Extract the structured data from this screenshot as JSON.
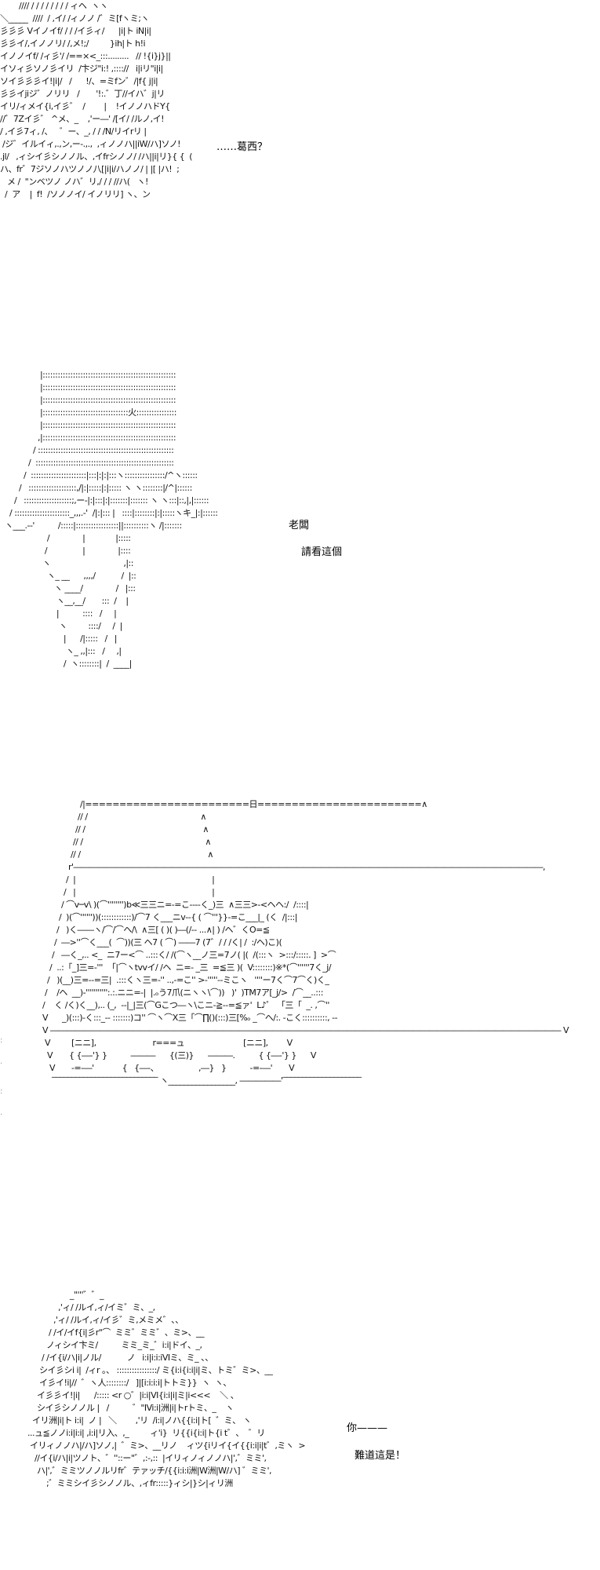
{
  "panels": [
    {
      "id": "panel-1",
      "art": [
        "        //// / / / / / / / / ィヘ  ヽヽ",
        "＼_____  ////  / ,イ/ /ィノノ /゛ミ[fヽミ;ヽ",
        "彡彡彡 Vイノイf/ / / /イ彡ィ/      |i|ト iN|i|",
        "彡彡イ/,イノノリ/ /,メ!;/         }ih|ト h!i",
        "イノノイf/ /ィ彡'/ /==×<_:::.........   // !{i}j}||",
        "イソィ彡ソノ彡イリ  /卞ジ\"i:! ,:::://   i|iリ\"i|i|",
        "ソイ彡彡彡イ!|i|/   /      !/、=ミfン゛/|f{ j|i|",
        "彡彡イjiジ゛ノリリ   /       '!:.゛丁//イハ゛j|リ",
        "イリ/ィメイ{i,イ彡゛  /        |    !イノノハドY{",
        "//゛7Zイ彡゛ ^メ、_    ,'ー―' /[イ/ /ルノ,イ!",
        "/ ,イ彡7ィ, /、   ゛ー、_, / / /N/リイrリ |",
        " /ジ゛イルイィ,.,ン,ー-.,.,  ,ィノノハ||iW/ハ]ソノ!",
        ".jl/   ,ィシイ彡シノノル、,イfrシノノ/ /ハ||i|リ}{ {  (",
        "ハ、fr゛7ジソノハツノノ八[|i|i/ハノノ/ | |[ |ハ!  ;",
        "   メ /  \"ンベツノ ノハ゛リ,/ / / //ハ(   ヽ!",
        "  /  ア    |  f!  /ソノノイ/ イノリリ] ヽ、ン"
      ],
      "dialog": [
        {
          "text": "……葛西？"
        }
      ]
    },
    {
      "id": "panel-2",
      "art": [
        "                 |:::::::::::::::::::::::::::::::::::::::::::::::::::::",
        "                 |:::::::::::::::::::::::::::::::::::::::::::::::::::::",
        "                 |:::::::::::::::::::::::::::::::::::::::::::::::::::::",
        "                 |::::::::::::::::::::::::::::::::::火::::::::::::::::",
        "                 |:::::::::::::::::::::::::::::::::::::::::::::::::::::",
        "                ,|:::::::::::::::::::::::::::::::::::::::::::::::::::::",
        "              / ::::::::::::::::::::::::::::::::::::::::::::::::::::::",
        "            /  :::::::::::::::::::::::::::::::::::::::::::::::::::::::",
        "          /  ::::::::::::::::::::::|:::|:|:|:::ヽ::::::::::::::::/^ヽ::::::",
        "        /   :::::::::::::::::::,/|:|:::::|:|::::: ヽ ヽ::::::::|/^|::::::",
        "      /   :::::::::::::::::::;,ー-|:|:::|:|:::::::|::::::: ヽ ヽ:::|::,|,|::::::",
        "    / ::::::::::::::::::::::_,,,.-'  /|:|::: |   ::::|::::::::|:|:::::ヽキ_|:|::::::",
        "  ヽ___.-‐'          /:::::|:::::::::::::::::||::::::::::ヽ /|:::::::",
        "                    /              |             |:::::",
        "                   /               |              |::::",
        "                  ヽ                               ,|::",
        "                    ヽ_ __      ,,,,/           /  |::",
        "                       ヽ ____/              /   |:::",
        "                        ヽ__,__/       :::  /    |",
        "                        |          ::::   /     |",
        "                         ヽ         ::::/     /  |",
        "                           |      /|:::::   /   |",
        "                            ヽ_ ,,|:::   /     ,|",
        "                           /  ヽ::::::::|  /  ____|"
      ],
      "dialog": [
        {
          "text": "老闆"
        },
        {
          "text": "請看這個"
        }
      ]
    },
    {
      "id": "panel-3",
      "art": [
        "                /|========================日========================∧",
        "               // /                                                ∧",
        "              // /                                                  ∧",
        "             // /                                                    ∧",
        "            // /                                                      ∧",
        "           r'―――――――――――――――――――――――――――――――――――――――――――――――――――――――――,",
        "          /  |                                                          |",
        "         /   |                                                          |",
        "        / ⌒v─v\\ )(⌒'''''''')b≪三三ニ=‐=こ‐‐‐‐く_)三  ∧三三>‐<ヘヘ:/  /::::|",
        "       /  )(⌒''''''))(::::::::::::)/⌒7 く___ニv‐‐{ ( ⌒'''}}‐=こ___|_ (く  /|:::|",
        "      /   )く――ヽ/⌒/⌒ヘ/\\  ∧三[ ( )( )―(/-- ...∧| ) /ヘ゛くO=≦",
        "     /  ―>''⌒く___(  ⌒))(三 ヘ7 ( ⌒) ――7 (7゛/ / /く| /  :/ヘ)こ)(",
        "    /   ―く_,.. <_  ニ7ー<⌒ ..:::く/ /(⌒ヽ__ノ三=7ノ( |(  /(:::ヽ  >:::/:::::. ]  >⌒",
        "   /  ..:「_]三=‐'''  「|⌒ヽtvvイ/ /ヘ  ニ=‐ _三  =≦三 )(  V::::::::)※*(⌒''''''7く_j/",
        "  /   )(__)三=‐‐=三|  .:::くヽ三=‐'' ..,-=こ'' >‐'''''‐‐ミこヽ   ''''ー7く⌒7⌒く)く_",
        " /    /ヘ  __)‐''''''''''':.:.ニニ=‐|  |.ₒう7爪(ニヽヽ\\⌒))   )'  )TM7ア[_j/>  /⌒__..:::",
        "/    く /く)く__),.. (_,  ‐‐|_|三(⌒Gこつ―ヽ\\こニ‐≧‐‐=≦ァ'  L♪゜ 「三「  _. ,⌒''",
        "V      _)(:::)‐く:::_‐‐ :::::::)コ'' ⌒ヽ⌒X三「⌒∏()(:::)三[%ₒ _⌒ヘ/:. ‐こく::::::::::, ‐‐",
        "V ―――――――――――――――――――――――――――――――――――――――――――――――――――――――――――――― V",
        " V         [ニニ],                        r===ュ                         [ニニ],        V",
        "  V       { {―‐'} }          ―――      {(三)}      ―――.          { {―‐'} }      V",
        "   V       ‐=‐―'            {   {―-、                 ,―}   }          ‐=‐―'       V",
        "    ‾‾‾‾‾‾‾‾‾‾‾‾‾‾‾‾‾‾‾‾‾‾‾‾‾‾‾ ヽ_________________, ―――――'‾‾‾‾‾‾‾‾‾‾‾‾‾‾‾‾‾‾‾‾"
      ],
      "dialog": []
    },
    {
      "id": "panel-4",
      "art": [
        "                       _\"'''゛゛_",
        "                  ,'ィ/ /ルイ,ィ/イミ゛ミ、_,",
        "                ,'ィ/ /ルイ,ィ/イ彡゛ミ,メミメ゛、、",
        "              / /イ/イf{i|彡r\"⌒  ミミ゛ミミ゛、ミ>、__",
        "             ノィシイ卞ミ/          ミミ_ミ_゛i:i|ドイ、_,",
        "           / /イ{i/ハ|i|ノル/           ノ   i:i|i:i:iVIミ、ミ_ 、、",
        "          シイ彡シi i|  /ィr 。、 ::::::::::::::::/ ミ{i:i{i:i|i|ミ、トミ゛ミ>、__",
        "          イ彡イ!i|//  ゛ヽ人::::::::/   ]|[i:i:i:i|トトミ}}  ヽ  ヽ、",
        "         イ彡彡イ!|i|      /::::: <r ○゛|i:i|VI{i:i|i|ミ|i<<<    ＼ 、",
        "         シイ彡シノノル |   /          ゛\"IVi:i|洲|i|トrトミ、_    ヽ",
        "       イリ洲|i|ト i:i|  ノ |   ＼        ,'リ  /i:i|ノハ{{i:i|ト[  ゛ミ、 ヽ",
        "     ...ュ≦ノノi:i|i:i| ,i:i|リ入、,_         ィ'i}  リ{{i{i:i|ト{i t゛、  ゛リ",
        "      イリィノノハ|/ハ]ソノ,|  ゛ミ>、__リノ    ィツ{iリイ{イ{{i:i|i|t゛,ミヽ  >",
        "        //イ{i/ハ|i|ツノト、゛''::ー\"゛,:-,::  |イリィノィノノハ|',゛ミミ',",
        "         ハ|',゛ミミツノノルリfr゛テァッチ/{{i:i:i洲|W洲|W/ハ] ゛ミミ',",
        "             ;゛ミミシイ彡シノノル、,ィfr:::::}ィシ|}シ|ィリ洲"
      ],
      "dialog": [
        {
          "text": "你———"
        },
        {
          "text": "難道這是！"
        }
      ]
    }
  ],
  "stray_marks": [
    ":",
    "|",
    ":",
    "'"
  ]
}
